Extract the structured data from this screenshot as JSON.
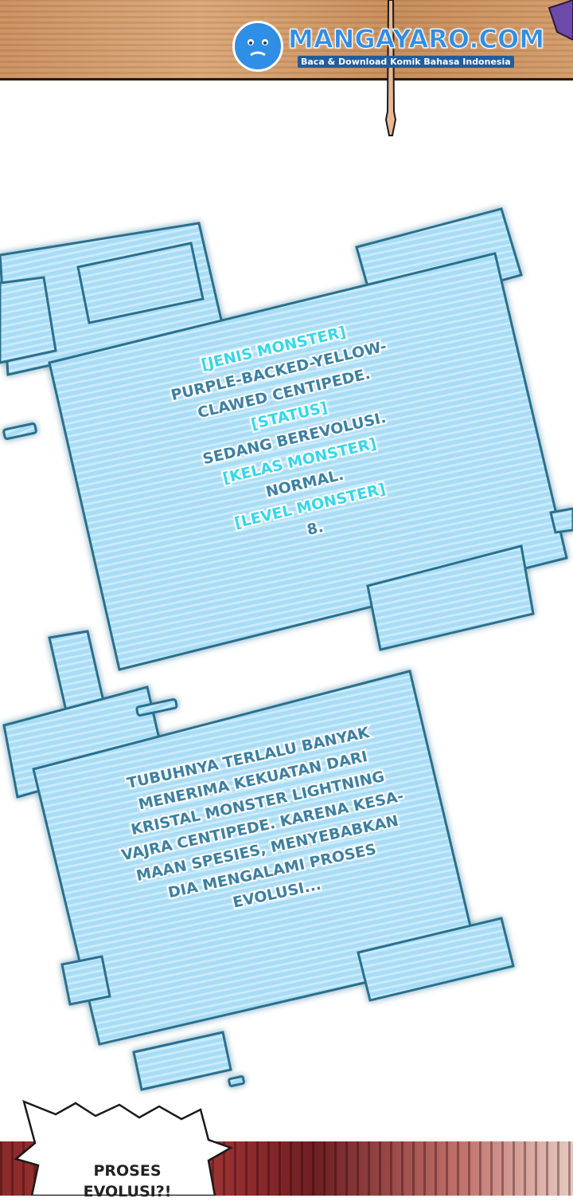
{
  "watermark": {
    "title": "MANGAYARO.COM",
    "subtitle": "Baca & Download Komik Bahasa Indonesia",
    "icon": "blob-face-icon"
  },
  "status_window": {
    "lines": [
      {
        "text": "[JENIS MONSTER]",
        "style": "head"
      },
      {
        "text": "PURPLE-BACKED-YELLOW-",
        "style": "body"
      },
      {
        "text": "CLAWED CENTIPEDE.",
        "style": "body"
      },
      {
        "text": "[STATUS]",
        "style": "head"
      },
      {
        "text": "SEDANG BEREVOLUSI.",
        "style": "body"
      },
      {
        "text": "[KELAS MONSTER]",
        "style": "head"
      },
      {
        "text": "NORMAL.",
        "style": "body"
      },
      {
        "text": "[LEVEL MONSTER]",
        "style": "head"
      },
      {
        "text": "8.",
        "style": "body"
      }
    ]
  },
  "info_window": {
    "lines": [
      "TUBUHNYA TERLALU BANYAK",
      "MENERIMA KEKUATAN DARI",
      "KRISTAL MONSTER LIGHTNING",
      "VAJRA CENTIPEDE. KARENA KESA-",
      "MAAN SPESIES, MENYEBABKAN",
      "DIA MENGALAMI PROSES",
      "EVOLUSI..."
    ]
  },
  "speech_bubble": {
    "lines": [
      "PROSES",
      "EVOLUSI?!"
    ]
  },
  "colors": {
    "panel_fill": "#a9dcf5",
    "panel_stroke": "#2a6f8c",
    "heading_text": "#35d6ea",
    "body_text": "#3b7fa0",
    "logo_blue": "#2f8ee6"
  }
}
